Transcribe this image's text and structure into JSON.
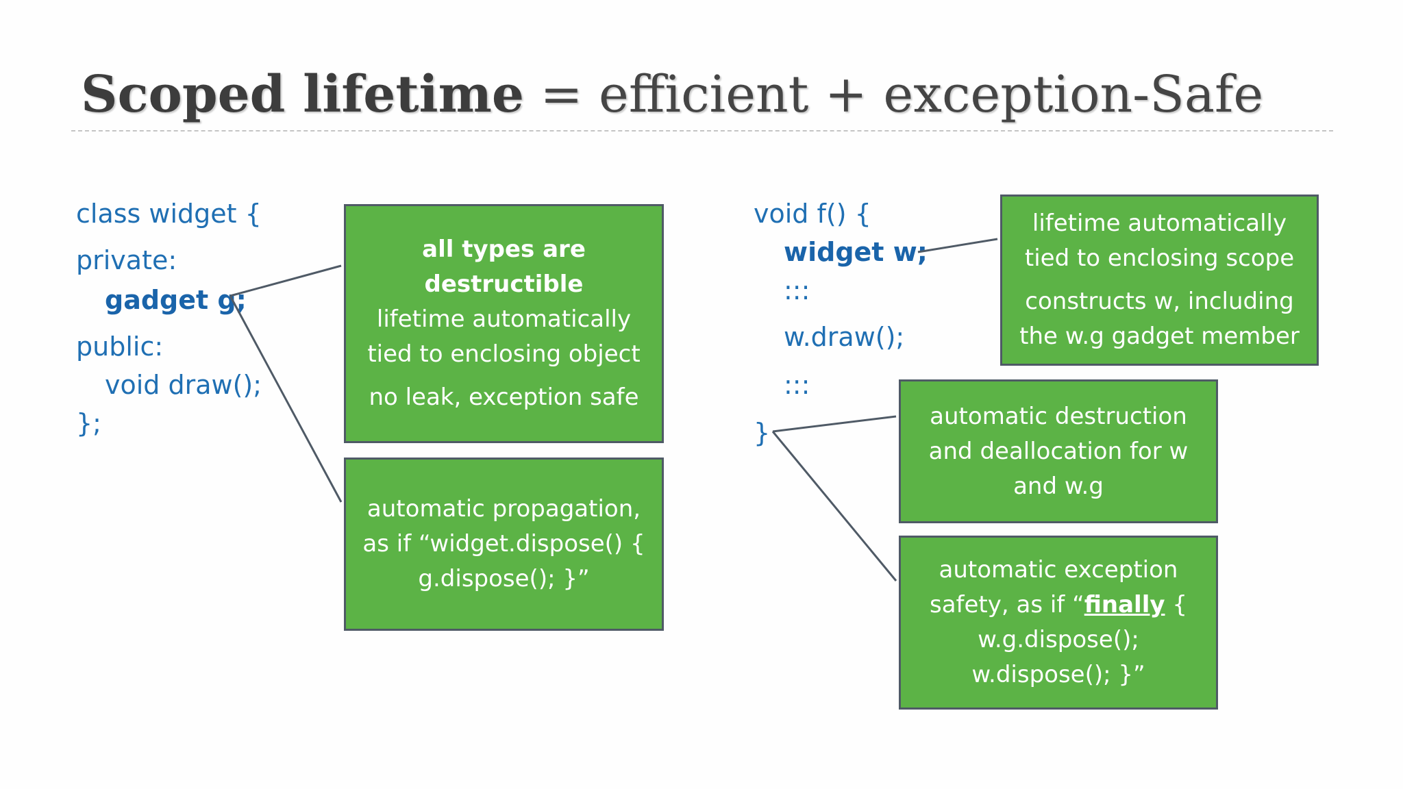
{
  "title": {
    "bold": "Scoped lifetime",
    "rest": " = efficient + exception-Safe"
  },
  "left_code": {
    "l1": "class widget {",
    "l2": "private:",
    "l3": "gadget g;",
    "l4": "public:",
    "l5": "void draw();",
    "l6": "};"
  },
  "right_code": {
    "l1": "void f() {",
    "l2": "widget w;",
    "l3": ":::",
    "l4": "w.draw();",
    "l5": ":::",
    "l6": "}"
  },
  "boxes": {
    "destructible": {
      "heading": "all types are destructible",
      "line1": "lifetime automatically tied to enclosing object",
      "line2": "no leak, exception safe"
    },
    "propagation": {
      "text": "automatic propagation, as if “widget.dispose() { g.dispose(); }”"
    },
    "scope": {
      "line1": "lifetime automatically tied to enclosing scope",
      "line2": "constructs w, including the w.g gadget member"
    },
    "destruction": {
      "text": "automatic destruction and deallocation for w and w.g"
    },
    "exception": {
      "pre": "automatic exception safety, as if “",
      "keyword": "finally",
      "post": " { w.g.dispose(); w.dispose(); }”"
    }
  }
}
